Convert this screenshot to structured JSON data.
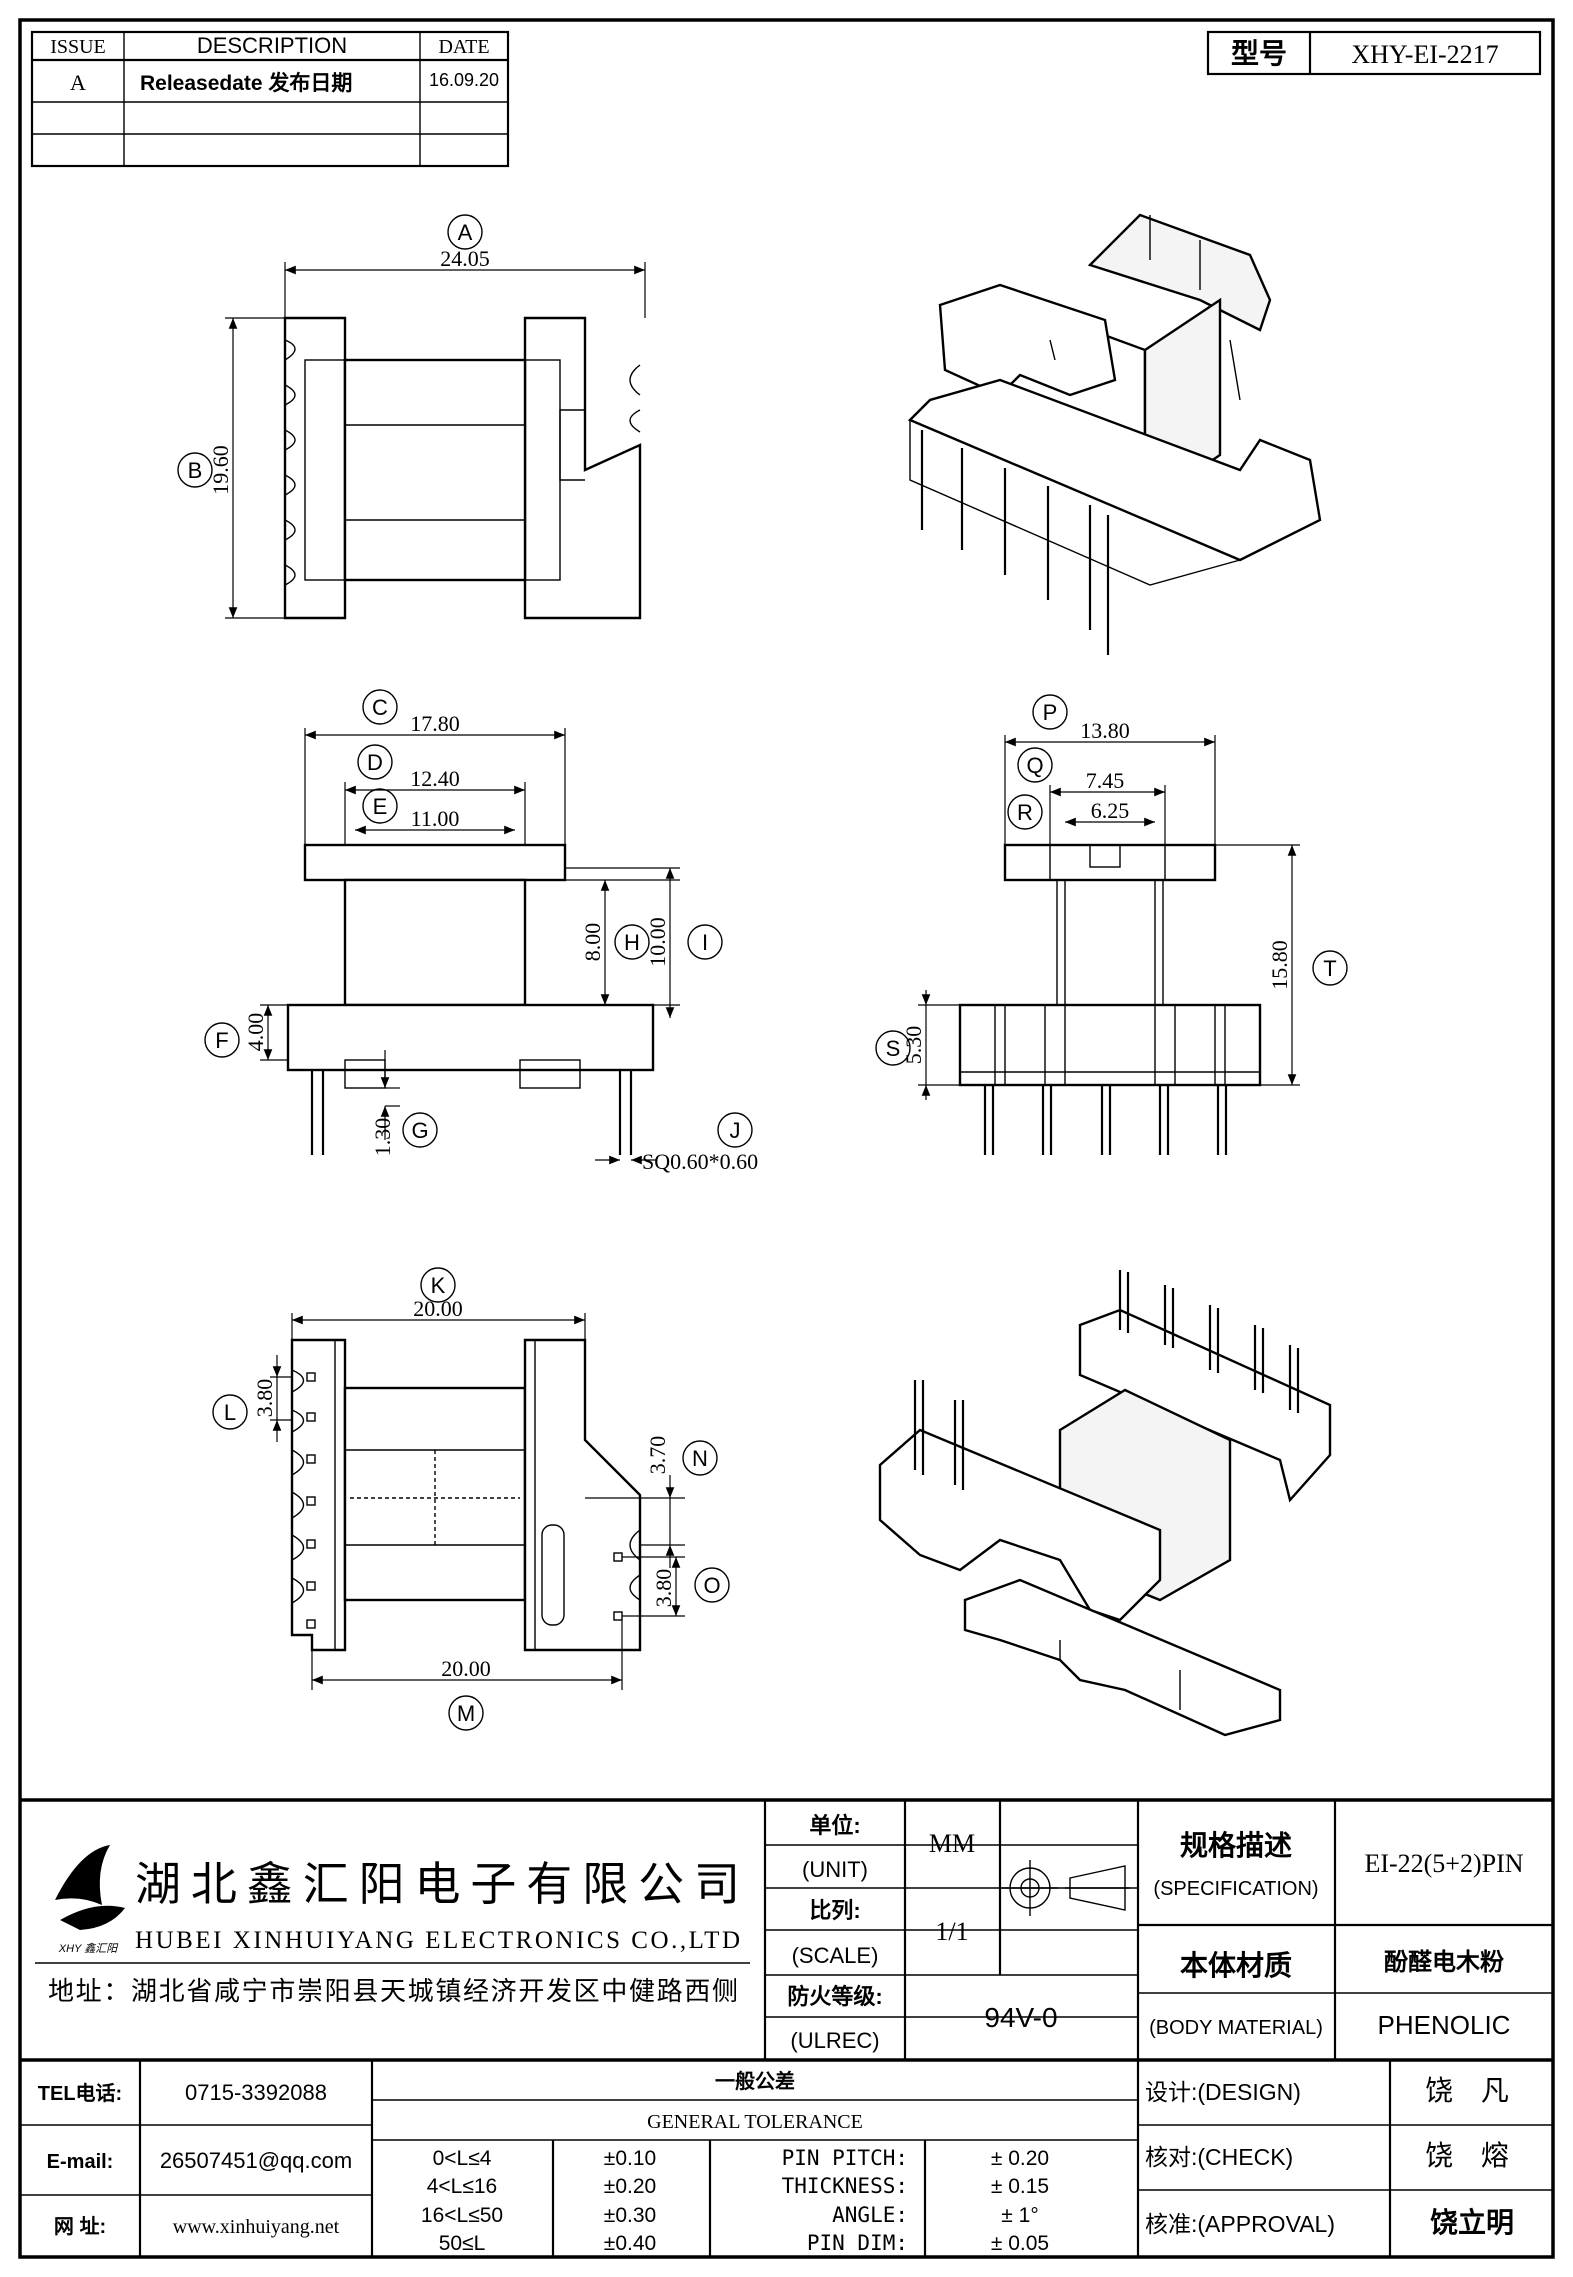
{
  "revision": {
    "headers": [
      "ISSUE",
      "DESCRIPTION",
      "DATE"
    ],
    "rows": [
      {
        "issue": "A",
        "description": "Releasedate 发布日期",
        "date": "16.09.20"
      }
    ]
  },
  "model": {
    "label": "型号",
    "value": "XHY-EI-2217"
  },
  "dimensions": {
    "A": "24.05",
    "B": "19.60",
    "C": "17.80",
    "D": "12.40",
    "E": "11.00",
    "F": "4.00",
    "G": "1.30",
    "H": "8.00",
    "I": "10.00",
    "J": "SQ0.60*0.60",
    "K": "20.00",
    "L": "3.80",
    "M": "20.00",
    "N": "3.70",
    "O": "3.80",
    "P": "13.80",
    "Q": "7.45",
    "R": "6.25",
    "S": "5.30",
    "T": "15.80"
  },
  "company": {
    "name_cn": "湖北鑫汇阳电子有限公司",
    "name_en": "HUBEI XINHUIYANG ELECTRONICS CO.,LTD",
    "address": "地址：湖北省咸宁市崇阳县天城镇经济开发区中健路西侧",
    "logo_text": "XHY 鑫汇阳"
  },
  "titleblock": {
    "unit_cn": "单位:",
    "unit_en": "(UNIT)",
    "unit_value": "MM",
    "scale_cn": "比列:",
    "scale_en": "(SCALE)",
    "scale_value": "1/1",
    "fire_cn": "防火等级:",
    "fire_en": "(ULREC)",
    "fire_value": "94V-0",
    "spec_cn": "规格描述",
    "spec_en": "(SPECIFICATION)",
    "spec_value": "EI-22(5+2)PIN",
    "material_cn": "本体材质",
    "material_en": "(BODY MATERIAL)",
    "material_value_cn": "酚醛电木粉",
    "material_value_en": "PHENOLIC",
    "tel_label": "TEL电话:",
    "tel_value": "0715-3392088",
    "email_label": "E-mail:",
    "email_value": "26507451@qq.com",
    "web_label": "网  址:",
    "web_value": "www.xinhuiyang.net",
    "tol_cn": "一般公差",
    "tol_en": "GENERAL TOLERANCE",
    "tolerances": [
      {
        "range": "0<L≤4",
        "value": "±0.10"
      },
      {
        "range": "4<L≤16",
        "value": "±0.20"
      },
      {
        "range": "16<L≤50",
        "value": "±0.30"
      },
      {
        "range": "50≤L",
        "value": "±0.40"
      }
    ],
    "specials": [
      {
        "label": "PIN PITCH:",
        "value": "± 0.20"
      },
      {
        "label": "THICKNESS:",
        "value": "± 0.15"
      },
      {
        "label": "ANGLE:",
        "value": "± 1°"
      },
      {
        "label": "PIN DIM:",
        "value": "± 0.05"
      }
    ],
    "design_label": "设计:(DESIGN)",
    "design_value": "饶 凡",
    "check_label": "核对:(CHECK)",
    "check_value": "饶 熔",
    "approval_label": "核准:(APPROVAL)",
    "approval_value": "饶立明"
  }
}
